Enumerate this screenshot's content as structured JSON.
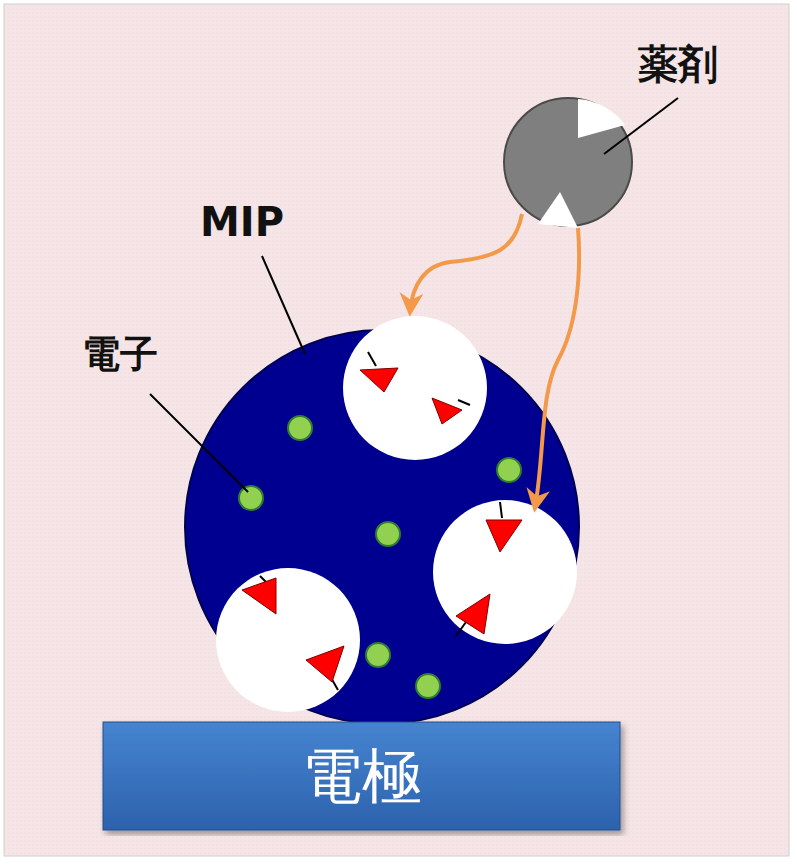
{
  "diagram": {
    "nodes": [
      {
        "text": [
          "電極"
        ]
      }
    ],
    "labels": [
      "MIP",
      "電子",
      "薬剤"
    ]
  }
}
